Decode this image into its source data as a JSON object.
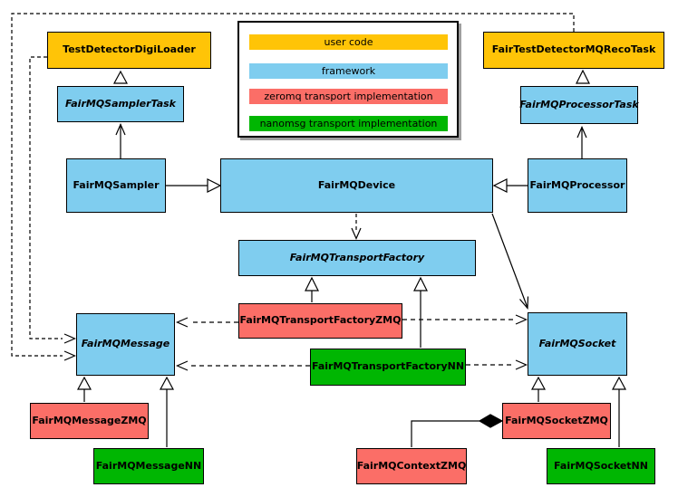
{
  "colors": {
    "user_code": "#FFC407",
    "framework": "#7FCDEF",
    "zeromq": "#FB6E67",
    "nanomsg": "#00B602",
    "border": "#000000",
    "background": "#FFFFFF"
  },
  "legend": {
    "items": [
      {
        "label": "user code",
        "color": "#FFC407"
      },
      {
        "label": "framework",
        "color": "#7FCDEF"
      },
      {
        "label": "zeromq transport implementation",
        "color": "#FB6E67"
      },
      {
        "label": "nanomsg transport implementation",
        "color": "#00B602"
      }
    ]
  },
  "nodes": {
    "test_detector_digi_loader": {
      "label": "TestDetectorDigiLoader",
      "category": "user code",
      "abstract": false
    },
    "fair_test_detector_mq_reco_task": {
      "label": "FairTestDetectorMQRecoTask",
      "category": "user code",
      "abstract": false
    },
    "fair_mq_sampler_task": {
      "label": "FairMQSamplerTask",
      "category": "framework",
      "abstract": true
    },
    "fair_mq_processor_task": {
      "label": "FairMQProcessorTask",
      "category": "framework",
      "abstract": true
    },
    "fair_mq_sampler": {
      "label": "FairMQSampler",
      "category": "framework",
      "abstract": false
    },
    "fair_mq_device": {
      "label": "FairMQDevice",
      "category": "framework",
      "abstract": false
    },
    "fair_mq_processor": {
      "label": "FairMQProcessor",
      "category": "framework",
      "abstract": false
    },
    "fair_mq_transport_factory": {
      "label": "FairMQTransportFactory",
      "category": "framework",
      "abstract": true
    },
    "fair_mq_transport_factory_zmq": {
      "label": "FairMQTransportFactoryZMQ",
      "category": "zeromq",
      "abstract": false
    },
    "fair_mq_transport_factory_nn": {
      "label": "FairMQTransportFactoryNN",
      "category": "nanomsg",
      "abstract": false
    },
    "fair_mq_message": {
      "label": "FairMQMessage",
      "category": "framework",
      "abstract": true
    },
    "fair_mq_socket": {
      "label": "FairMQSocket",
      "category": "framework",
      "abstract": true
    },
    "fair_mq_message_zmq": {
      "label": "FairMQMessageZMQ",
      "category": "zeromq",
      "abstract": false
    },
    "fair_mq_message_nn": {
      "label": "FairMQMessageNN",
      "category": "nanomsg",
      "abstract": false
    },
    "fair_mq_context_zmq": {
      "label": "FairMQContextZMQ",
      "category": "zeromq",
      "abstract": false
    },
    "fair_mq_socket_zmq": {
      "label": "FairMQSocketZMQ",
      "category": "zeromq",
      "abstract": false
    },
    "fair_mq_socket_nn": {
      "label": "FairMQSocketNN",
      "category": "nanomsg",
      "abstract": false
    }
  },
  "relations": [
    {
      "from": "FairMQSamplerTask",
      "to": "TestDetectorDigiLoader",
      "line": "solid",
      "head": "hollow-triangle"
    },
    {
      "from": "FairMQProcessorTask",
      "to": "FairTestDetectorMQRecoTask",
      "line": "solid",
      "head": "hollow-triangle"
    },
    {
      "from": "FairMQSampler",
      "to": "FairMQSamplerTask",
      "line": "solid",
      "head": "open-arrow"
    },
    {
      "from": "FairMQProcessor",
      "to": "FairMQProcessorTask",
      "line": "solid",
      "head": "open-arrow"
    },
    {
      "from": "FairMQSampler",
      "to": "FairMQDevice",
      "line": "solid",
      "head": "hollow-triangle"
    },
    {
      "from": "FairMQProcessor",
      "to": "FairMQDevice",
      "line": "solid",
      "head": "hollow-triangle"
    },
    {
      "from": "FairMQDevice",
      "to": "FairMQTransportFactory",
      "line": "dashed",
      "head": "open-arrow"
    },
    {
      "from": "FairMQDevice",
      "to": "FairMQSocket",
      "line": "solid",
      "head": "open-arrow"
    },
    {
      "from": "FairMQTransportFactoryZMQ",
      "to": "FairMQTransportFactory",
      "line": "solid",
      "head": "hollow-triangle"
    },
    {
      "from": "FairMQTransportFactoryNN",
      "to": "FairMQTransportFactory",
      "line": "solid",
      "head": "hollow-triangle"
    },
    {
      "from": "FairMQTransportFactoryZMQ",
      "to": "FairMQMessage",
      "line": "dashed",
      "head": "open-arrow"
    },
    {
      "from": "FairMQTransportFactoryNN",
      "to": "FairMQMessage",
      "line": "dashed",
      "head": "open-arrow"
    },
    {
      "from": "FairMQTransportFactoryZMQ",
      "to": "FairMQSocket",
      "line": "dashed",
      "head": "open-arrow"
    },
    {
      "from": "FairMQTransportFactoryNN",
      "to": "FairMQSocket",
      "line": "dashed",
      "head": "open-arrow"
    },
    {
      "from": "TestDetectorDigiLoader",
      "to": "FairMQMessage",
      "line": "dashed",
      "head": "open-arrow"
    },
    {
      "from": "FairTestDetectorMQRecoTask",
      "to": "FairMQMessage",
      "line": "dashed",
      "head": "open-arrow"
    },
    {
      "from": "FairMQMessageZMQ",
      "to": "FairMQMessage",
      "line": "solid",
      "head": "hollow-triangle"
    },
    {
      "from": "FairMQMessageNN",
      "to": "FairMQMessage",
      "line": "solid",
      "head": "hollow-triangle"
    },
    {
      "from": "FairMQSocketZMQ",
      "to": "FairMQSocket",
      "line": "solid",
      "head": "hollow-triangle"
    },
    {
      "from": "FairMQSocketNN",
      "to": "FairMQSocket",
      "line": "solid",
      "head": "hollow-triangle"
    },
    {
      "from": "FairMQContextZMQ",
      "to": "FairMQSocketZMQ",
      "line": "solid",
      "head": "filled-diamond"
    }
  ]
}
